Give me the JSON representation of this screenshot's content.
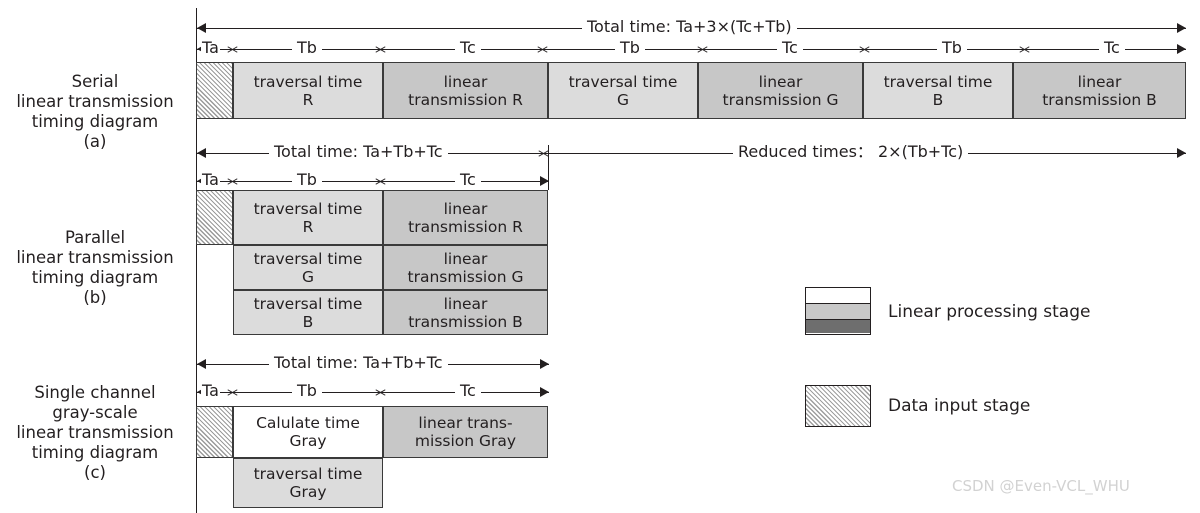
{
  "diagram": {
    "rows": [
      {
        "id": "serial",
        "caption": [
          "Serial",
          "linear transmission",
          "timing diagram",
          "(a)"
        ],
        "total_label": "Total time: Ta+3×(Tc+Tb)",
        "segment_labels": [
          "Ta",
          "Tb",
          "Tc",
          "Tb",
          "Tc",
          "Tb",
          "Tc"
        ],
        "blocks": [
          {
            "label": "",
            "kind": "hatch"
          },
          {
            "label": "traversal time\nR",
            "kind": "light"
          },
          {
            "label": "linear\ntransmission R",
            "kind": "dark"
          },
          {
            "label": "traversal time\nG",
            "kind": "light"
          },
          {
            "label": "linear\ntransmission G",
            "kind": "dark"
          },
          {
            "label": "traversal time\nB",
            "kind": "light"
          },
          {
            "label": "linear\ntransmission B",
            "kind": "dark"
          }
        ]
      },
      {
        "id": "parallel",
        "caption": [
          "Parallel",
          "linear transmission",
          "timing diagram",
          "(b)"
        ],
        "total_label": "Total time: Ta+Tb+Tc",
        "reduced_label": "Reduced times： 2×(Tb+Tc)",
        "segment_labels": [
          "Ta",
          "Tb",
          "Tc"
        ],
        "lanes": [
          {
            "traversal": "traversal time\nR",
            "transmission": "linear\ntransmission R"
          },
          {
            "traversal": "traversal time\nG",
            "transmission": "linear\ntransmission G"
          },
          {
            "traversal": "traversal time\nB",
            "transmission": "linear\ntransmission B"
          }
        ]
      },
      {
        "id": "single-gray",
        "caption": [
          "Single channel",
          "gray-scale",
          "linear transmission",
          "timing diagram",
          "(c)"
        ],
        "total_label": "Total time: Ta+Tb+Tc",
        "segment_labels": [
          "Ta",
          "Tb",
          "Tc"
        ],
        "blocks": [
          {
            "label": "",
            "kind": "hatch"
          },
          {
            "label": "Calulate time\nGray",
            "kind": "white"
          },
          {
            "label": "linear trans-\nmission Gray",
            "kind": "dark"
          },
          {
            "label": "traversal time\nGray",
            "kind": "light"
          }
        ]
      }
    ]
  },
  "legend": {
    "items": [
      {
        "name": "linear-processing",
        "text": "Linear processing stage",
        "bands": [
          "#ffffff",
          "#c8c8c8",
          "#6e6e6e"
        ]
      },
      {
        "name": "data-input",
        "text": "Data input stage",
        "pattern": "hatch"
      }
    ]
  },
  "watermark": {
    "text": "CSDN @Even-VCL_WHU"
  },
  "colors": {
    "light_gray": "#dcdcdc",
    "dark_gray": "#c7c7c7",
    "legend_dark": "#6e6e6e",
    "line": "#231f20",
    "watermark": "#d2d2d2"
  }
}
